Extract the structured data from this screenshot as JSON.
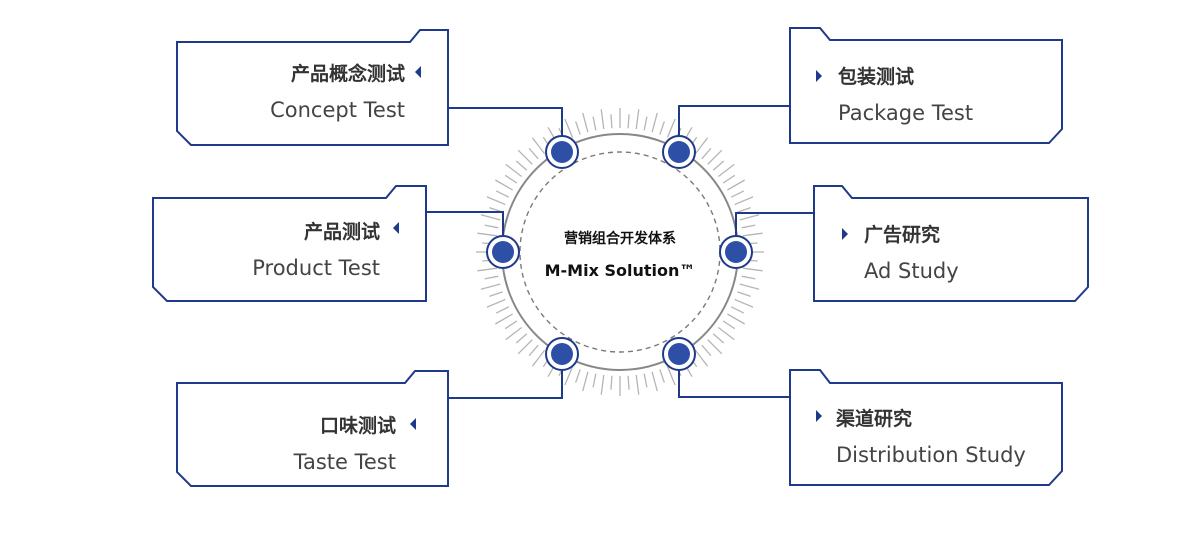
{
  "center": {
    "title_cn": "营销组合开发体系",
    "title_en": "M-Mix Solution™"
  },
  "modules": {
    "concept_test": {
      "cn": "产品概念测试",
      "en": "Concept Test"
    },
    "product_test": {
      "cn": "产品测试",
      "en": "Product Test"
    },
    "taste_test": {
      "cn": "口味测试",
      "en": "Taste Test"
    },
    "package_test": {
      "cn": "包装测试",
      "en": "Package Test"
    },
    "ad_study": {
      "cn": "广告研究",
      "en": "Ad Study"
    },
    "distribution_study": {
      "cn": "渠道研究",
      "en": "Distribution Study"
    }
  },
  "colors": {
    "border": "#1f3a8a",
    "node_fill": "#2d4fa5",
    "node_ring": "#1f3a8a",
    "ring_stroke": "#888888",
    "tick": "#b5b5b5"
  }
}
